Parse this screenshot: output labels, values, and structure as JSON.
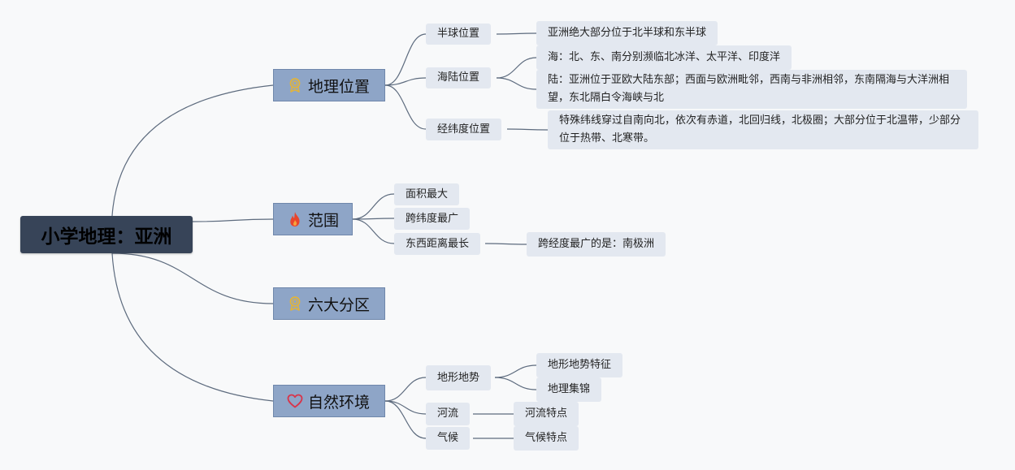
{
  "root": {
    "label": "小学地理：亚洲"
  },
  "branches": [
    {
      "label": "地理位置",
      "icon": "award-icon",
      "children": [
        {
          "label": "半球位置",
          "leaves": [
            "亚洲绝大部分位于北半球和东半球"
          ]
        },
        {
          "label": "海陆位置",
          "leaves": [
            "海：北、东、南分别濒临北冰洋、太平洋、印度洋",
            "陆：亚洲位于亚欧大陆东部；西面与欧洲毗邻，西南与非洲相邻，东南隔海与大洋洲相望，东北隔白令海峡与北"
          ]
        },
        {
          "label": "经纬度位置",
          "leaves": [
            "特殊纬线穿过自南向北，依次有赤道，北回归线，北极圈；大部分位于北温带，少部分位于热带、北寒带。"
          ]
        }
      ]
    },
    {
      "label": "范围",
      "icon": "fire-icon",
      "children": [
        {
          "label": "面积最大",
          "leaves": []
        },
        {
          "label": "跨纬度最广",
          "leaves": []
        },
        {
          "label": "东西距离最长",
          "leaves": [
            "跨经度最广的是：南极洲"
          ]
        }
      ]
    },
    {
      "label": "六大分区",
      "icon": "award-icon",
      "children": []
    },
    {
      "label": "自然环境",
      "icon": "heart-icon",
      "children": [
        {
          "label": "地形地势",
          "leaves": [
            "地形地势特征",
            "地理集锦"
          ]
        },
        {
          "label": "河流",
          "leaves": [
            "河流特点"
          ]
        },
        {
          "label": "气候",
          "leaves": [
            "气候特点"
          ]
        }
      ]
    }
  ],
  "colors": {
    "root_bg": "#374458",
    "main_bg": "#8ea5c7",
    "sub_bg": "#e3e8f0",
    "link": "#5d6b7e",
    "award_icon": "#e2b43a",
    "fire_icon": "#e8452c",
    "heart_icon": "#d8344a"
  }
}
